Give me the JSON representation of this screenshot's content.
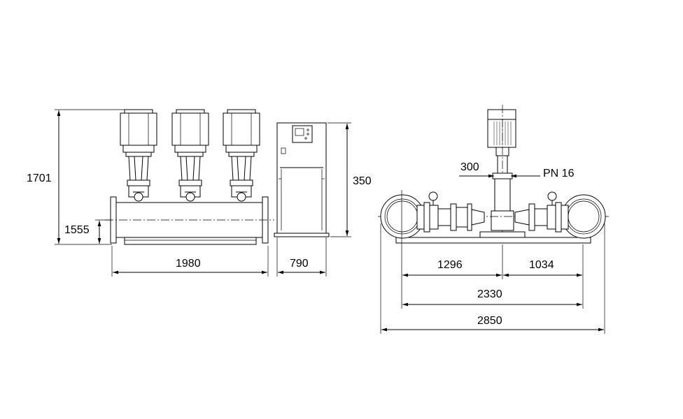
{
  "dimensions": {
    "total_height": "1701",
    "pipe_height": "1555",
    "length_front": "1980",
    "cabinet_depth": "790",
    "cabinet_height": "350",
    "flange_gap": "300",
    "pressure_rating": "PN 16",
    "left_offset": "1296",
    "right_offset": "1034",
    "inner_width": "2330",
    "overall_width": "2850"
  }
}
